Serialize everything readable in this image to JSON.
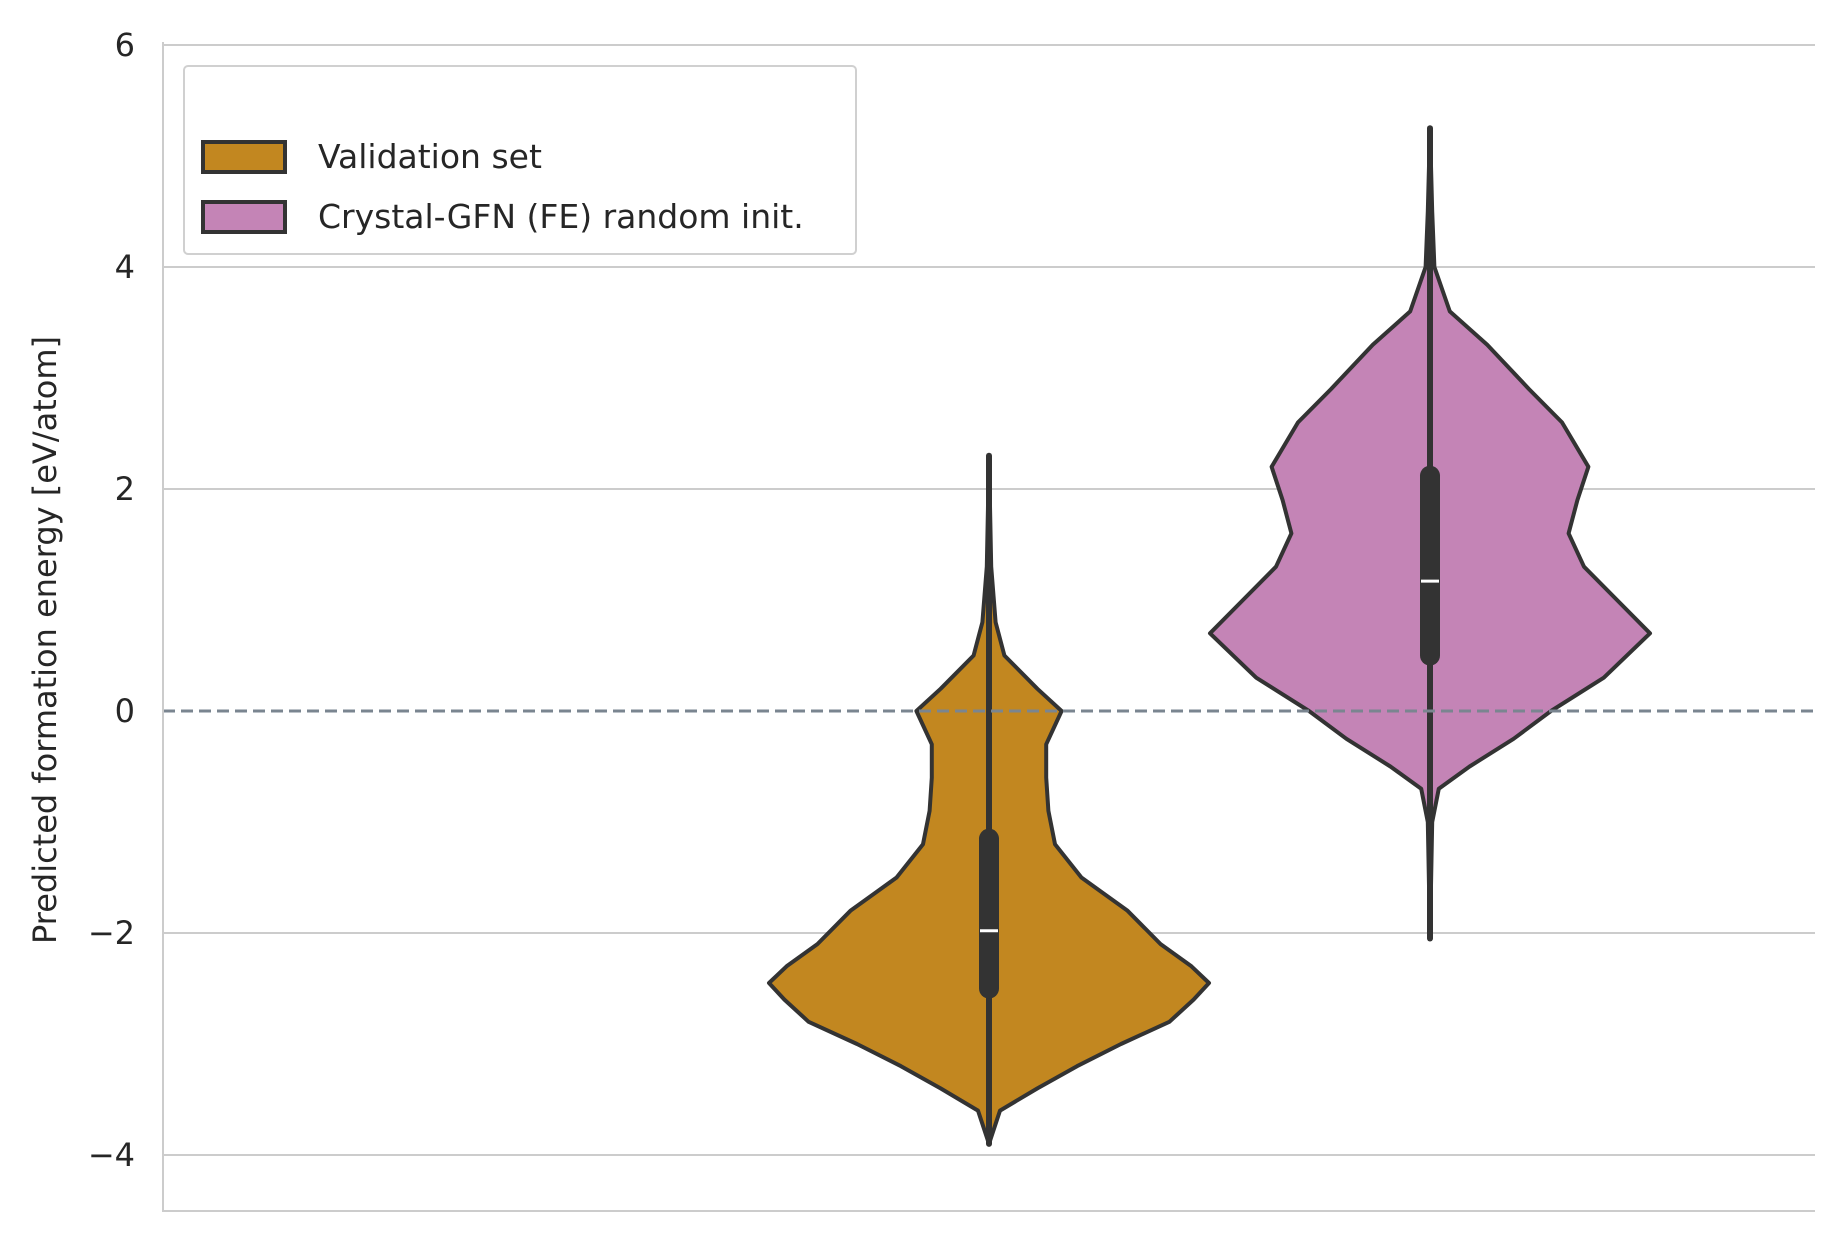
{
  "chart_data": {
    "type": "violin",
    "ylabel": "Predicted formation energy [eV/atom]",
    "xlabel": "",
    "ylim": [
      -4.5,
      6
    ],
    "yticks": [
      6,
      4,
      2,
      0,
      -2,
      -4
    ],
    "ytick_labels": [
      "6",
      "4",
      "2",
      "0",
      "−2",
      "−4"
    ],
    "grid": "horizontal",
    "reference_line": {
      "y": 0,
      "style": "dashed",
      "color": "#7a8590"
    },
    "legend": {
      "placement": "top-left"
    },
    "series": [
      {
        "name": "Validation set",
        "color": "#c28720",
        "position": 0,
        "min": -3.9,
        "max": 2.3,
        "q1": -2.5,
        "median": -1.98,
        "q3": -1.15,
        "density": [
          [
            -3.9,
            0.0
          ],
          [
            -3.6,
            0.05
          ],
          [
            -3.4,
            0.22
          ],
          [
            -3.2,
            0.4
          ],
          [
            -3.0,
            0.6
          ],
          [
            -2.8,
            0.82
          ],
          [
            -2.6,
            0.93
          ],
          [
            -2.45,
            1.0
          ],
          [
            -2.3,
            0.92
          ],
          [
            -2.1,
            0.78
          ],
          [
            -1.8,
            0.63
          ],
          [
            -1.5,
            0.42
          ],
          [
            -1.2,
            0.3
          ],
          [
            -0.9,
            0.27
          ],
          [
            -0.6,
            0.26
          ],
          [
            -0.3,
            0.26
          ],
          [
            0.0,
            0.33
          ],
          [
            0.2,
            0.22
          ],
          [
            0.5,
            0.07
          ],
          [
            0.8,
            0.03
          ],
          [
            1.3,
            0.01
          ],
          [
            2.3,
            0.0
          ]
        ]
      },
      {
        "name": "Crystal-GFN (FE) random init.",
        "color": "#c484b6",
        "position": 1,
        "min": -2.05,
        "max": 5.25,
        "q1": 0.5,
        "median": 1.17,
        "q3": 2.12,
        "density": [
          [
            -2.05,
            0.0
          ],
          [
            -1.0,
            0.01
          ],
          [
            -0.7,
            0.04
          ],
          [
            -0.5,
            0.18
          ],
          [
            -0.25,
            0.38
          ],
          [
            0.0,
            0.55
          ],
          [
            0.3,
            0.79
          ],
          [
            0.7,
            1.0
          ],
          [
            1.0,
            0.85
          ],
          [
            1.3,
            0.7
          ],
          [
            1.6,
            0.63
          ],
          [
            1.9,
            0.67
          ],
          [
            2.2,
            0.72
          ],
          [
            2.6,
            0.6
          ],
          [
            2.9,
            0.45
          ],
          [
            3.3,
            0.26
          ],
          [
            3.6,
            0.09
          ],
          [
            4.0,
            0.02
          ],
          [
            4.5,
            0.01
          ],
          [
            5.25,
            0.0
          ]
        ]
      }
    ]
  }
}
